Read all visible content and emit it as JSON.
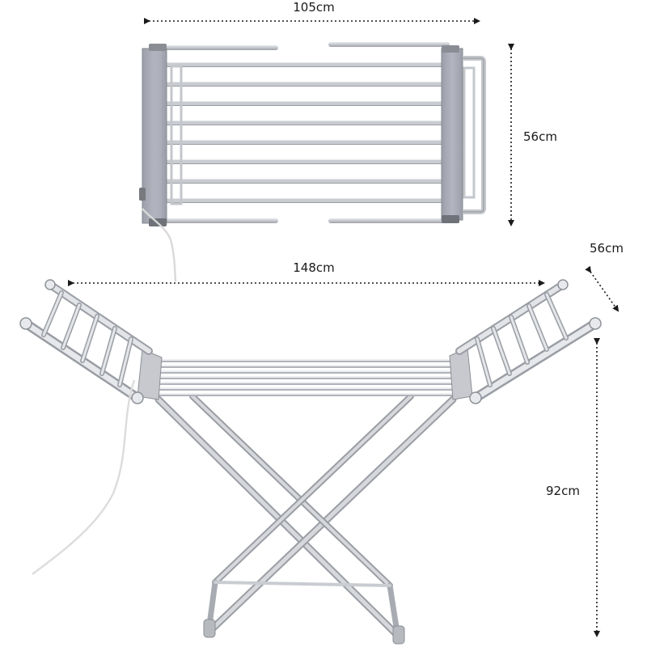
{
  "dimensions": {
    "top_width": "105cm",
    "top_depth": "56cm",
    "unfolded_width": "148cm",
    "depth": "56cm",
    "height": "92cm"
  },
  "colors": {
    "frame": "#b9bcc2",
    "frame_dark": "#8e9298",
    "frame_light": "#e4e6ea",
    "panel": "#a7a9b4",
    "cable": "#f4f4f4",
    "dotted_line": "#1a1a1a"
  }
}
